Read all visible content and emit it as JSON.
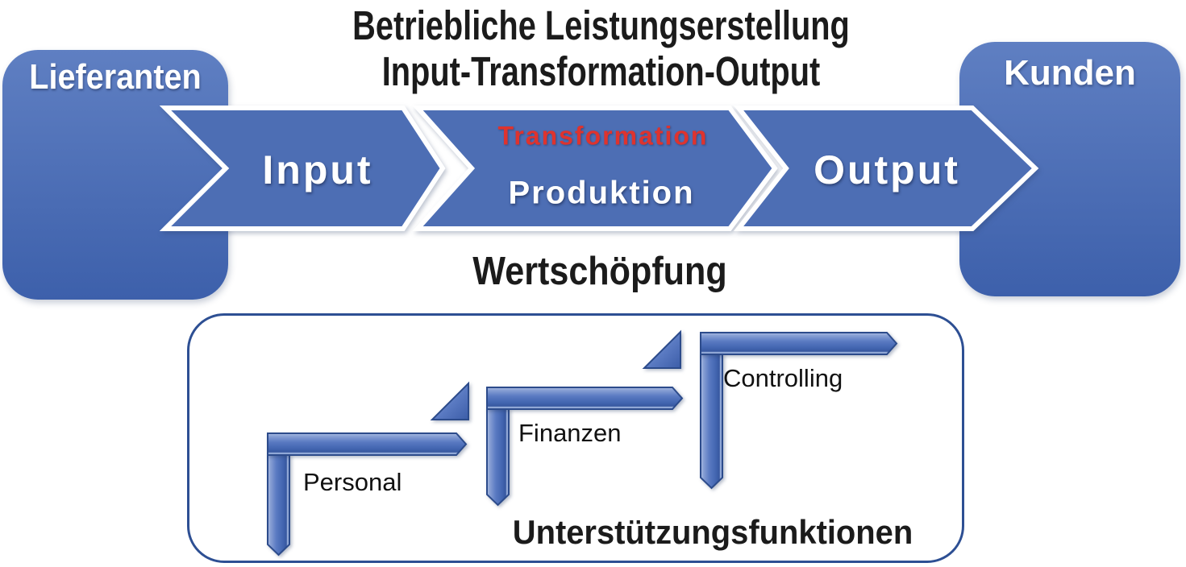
{
  "title": {
    "line1": "Betriebliche Leistungserstellung",
    "line2": "Input-Transformation-Output"
  },
  "suppliers_box": {
    "label": "Lieferanten"
  },
  "customers_box": {
    "label": "Kunden"
  },
  "process_chain": {
    "input": "Input",
    "transformation": "Transformation",
    "production": "Produktion",
    "output": "Output",
    "value_creation": "Wertschöpfung"
  },
  "support_box": {
    "functions": [
      {
        "label": "Personal"
      },
      {
        "label": "Finanzen"
      },
      {
        "label": "Controlling"
      }
    ],
    "caption": "Unterstützungsfunktionen"
  },
  "colors": {
    "band_blue": "#4d6eb4",
    "box_gradient_top": "#5f7fc2",
    "box_gradient_bottom": "#3d60ab",
    "container_border": "#2d4f93",
    "arrow_edge": "#2c4b8b",
    "transformation_red": "#de332e",
    "title_text": "#1b1b1b",
    "label_text": "#111111",
    "white": "#ffffff"
  }
}
